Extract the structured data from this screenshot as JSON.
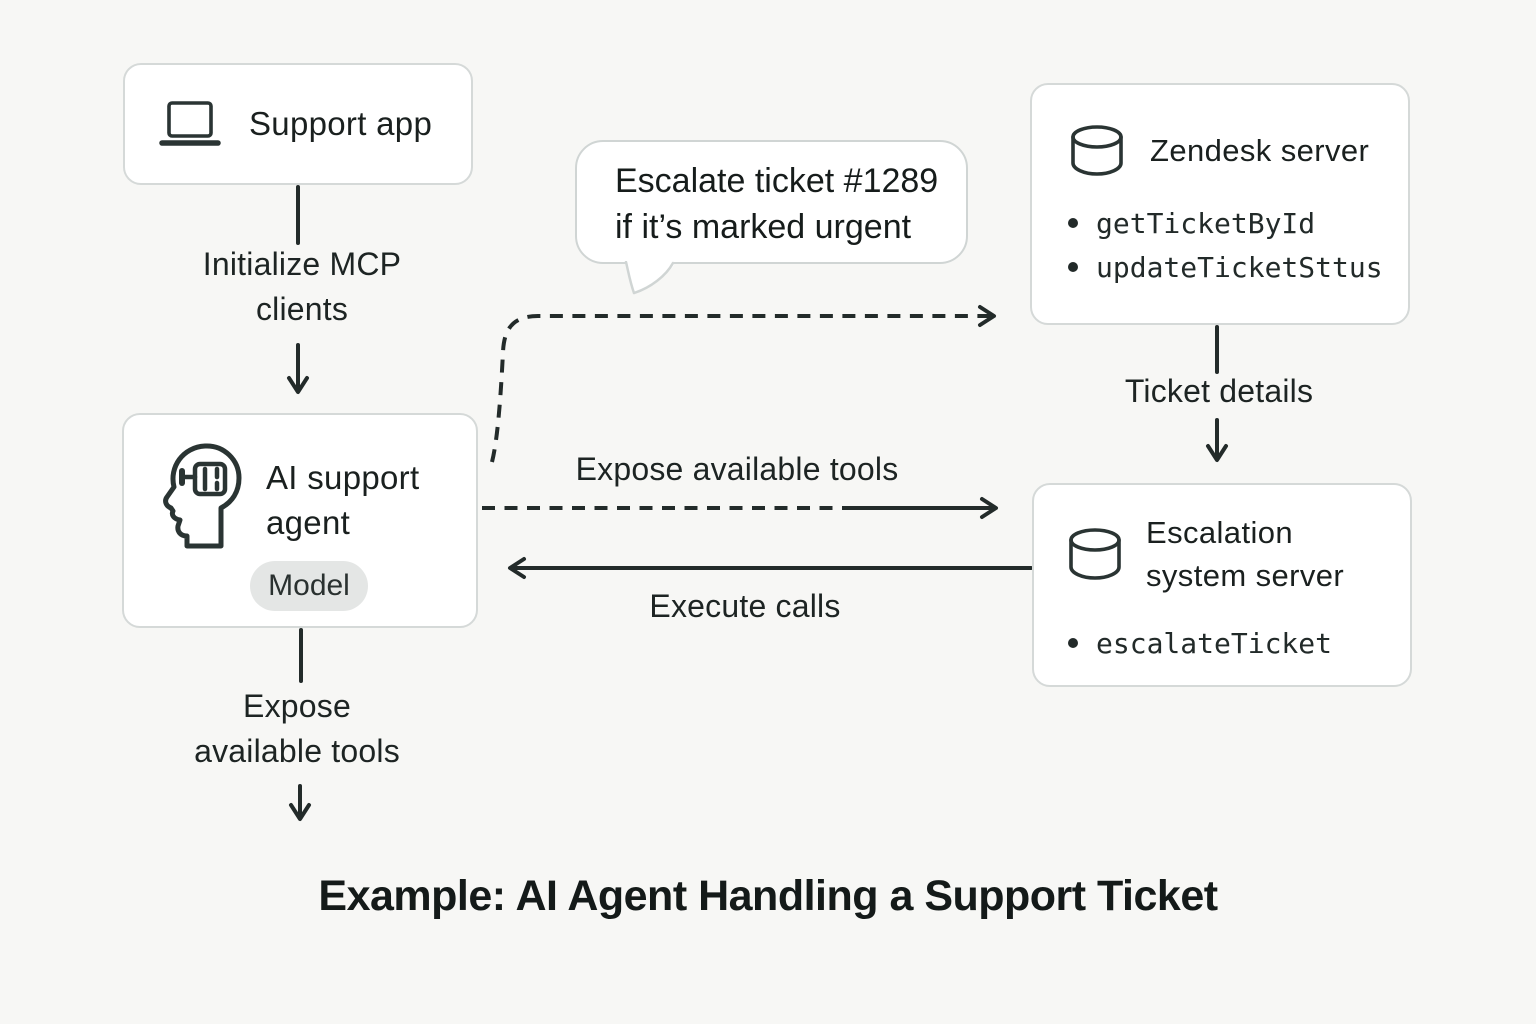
{
  "title": "Example: AI Agent Handling a Support Ticket",
  "colors": {
    "background": "#f7f7f5",
    "box_fill": "#ffffff",
    "box_border": "#d5d9d8",
    "stroke_dark": "#232b2a",
    "badge_bg": "#e4e6e5"
  },
  "nodes": {
    "support_app": {
      "label": "Support app",
      "icon": "laptop-icon"
    },
    "ai_agent": {
      "label": "AI support agent",
      "badge": "Model",
      "icon": "head-circuit-icon"
    },
    "zendesk_server": {
      "label": "Zendesk server",
      "icon": "database-icon",
      "tools": [
        "getTicketById",
        "updateTicketSttus"
      ]
    },
    "escalation_server": {
      "label": "Escalation system server",
      "icon": "database-icon",
      "tools": [
        "escalateTicket"
      ]
    }
  },
  "speech_bubble": {
    "text": "Escalate ticket #1289 if it’s marked urgent"
  },
  "edges": {
    "initialize_mcp": {
      "lines": [
        "Initialize MCP",
        "clients"
      ],
      "style": "solid-arrow-down"
    },
    "user_request": {
      "style": "dashed-arrow-right"
    },
    "expose_tools_middle": {
      "label": "Expose available tools",
      "style": "dashed-arrow-right"
    },
    "execute_calls": {
      "label": "Execute calls",
      "style": "solid-arrow-left"
    },
    "ticket_details": {
      "label": "Ticket details",
      "style": "solid-arrow-down"
    },
    "expose_tools_bottom": {
      "lines": [
        "Expose",
        "available tools"
      ],
      "style": "solid-arrow-down"
    }
  }
}
